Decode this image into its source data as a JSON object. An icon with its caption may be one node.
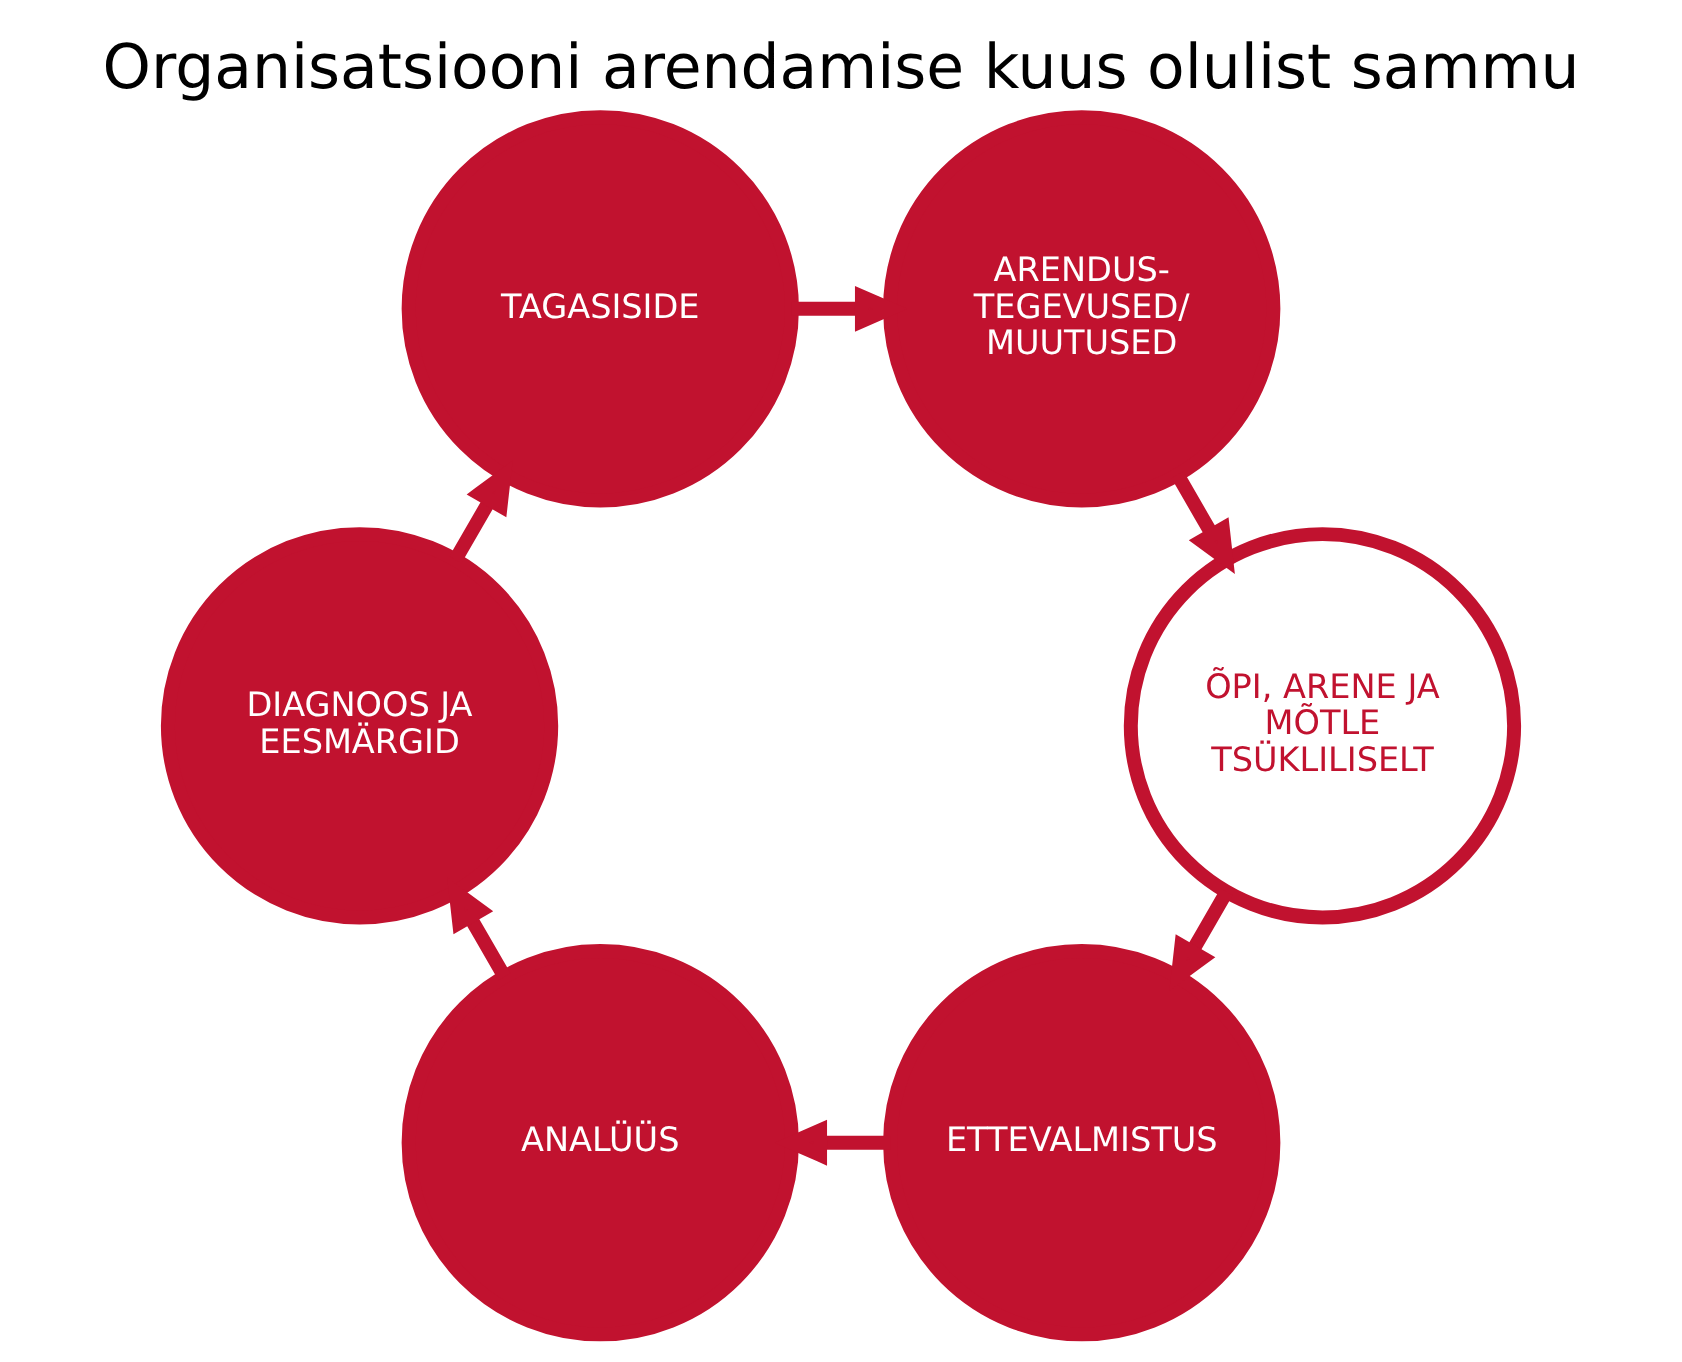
{
  "diagram": {
    "title": "Organisatsiooni arendamise kuus olulist sammu",
    "nodes": [
      {
        "text": [
          "ETTEVALMISTUS"
        ]
      },
      {
        "text": [
          "ANALÜÜS"
        ]
      },
      {
        "text": [
          "DIAGNOOS JA EESMÄRGID"
        ]
      },
      {
        "text": [
          "TAGASISIDE"
        ]
      },
      {
        "text": [
          "ARENDUS- TEGEVUSED/ MUUTUSED"
        ]
      },
      {
        "text": [
          "ÕPI, ARENE JA MÕTLE TSÜKLILISELT"
        ]
      }
    ],
    "edges": [
      {
        "from": 0,
        "to": 1,
        "arrow": "to"
      },
      {
        "from": 1,
        "to": 2,
        "arrow": "to"
      },
      {
        "from": 2,
        "to": 3,
        "arrow": "to"
      },
      {
        "from": 3,
        "to": 4,
        "arrow": "to"
      },
      {
        "from": 4,
        "to": 5,
        "arrow": "to"
      },
      {
        "from": 5,
        "to": 0,
        "arrow": "to"
      }
    ]
  }
}
